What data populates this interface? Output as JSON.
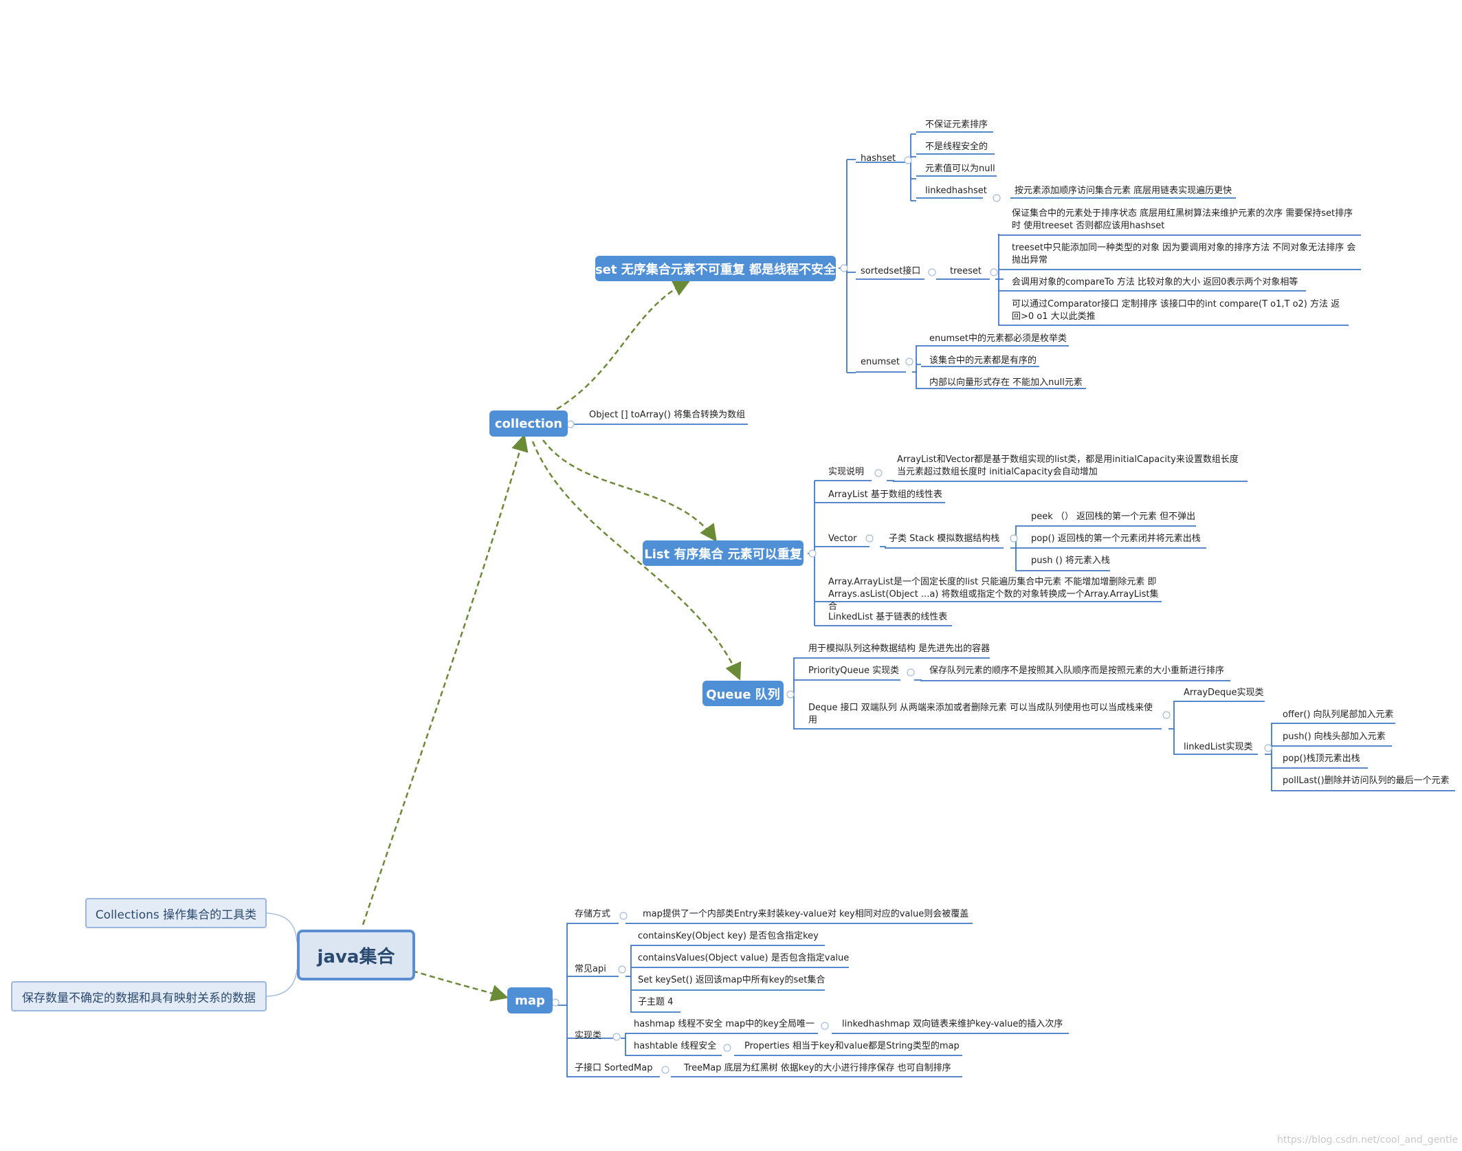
{
  "root": "java集合",
  "side_notes": [
    "Collections 操作集合的工具类",
    "保存数量不确定的数据和具有映射关系的数据"
  ],
  "collection": {
    "title": "collection",
    "toarray": "Object [] toArray() 将集合转换为数组"
  },
  "set": {
    "title": "set 无序集合元素不可重复 都是线程不安全",
    "hashset": {
      "label": "hashset",
      "items": [
        "不保证元素排序",
        "不是线程安全的",
        "元素值可以为null"
      ],
      "linked_label": "linkedhashset",
      "linked_desc": "按元素添加顺序访问集合元素 底层用链表实现遍历更快"
    },
    "sortedset": {
      "label": "sortedset接口",
      "treeset": "treeset",
      "items": [
        "保证集合中的元素处于排序状态  底层用红黑树算法来维护元素的次序 需要保持set排序时 使用treeset 否则都应该用hashset",
        "treeset中只能添加同一种类型的对象 因为要调用对象的排序方法 不同对象无法排序 会抛出异常",
        "会调用对象的compareTo 方法 比较对象的大小 返回0表示两个对象相等",
        "可以通过Comparator接口 定制排序  该接口中的int compare(T o1,T o2) 方法 返回>0 o1 大以此类推"
      ]
    },
    "enumset": {
      "label": "enumset",
      "items": [
        "enumset中的元素都必须是枚举类",
        "该集合中的元素都是有序的",
        "内部以向量形式存在 不能加入null元素"
      ]
    }
  },
  "list": {
    "title": "List 有序集合 元素可以重复",
    "impl_label": "实现说明",
    "impl_desc": "ArrayList和Vector都是基于数组实现的list类，都是用initialCapacity来设置数组长度 当元素超过数组长度时 initialCapacity会自动增加",
    "arraylist": "ArrayList  基于数组的线性表",
    "vector": {
      "label": "Vector",
      "stack": "子类 Stack 模拟数据结构栈",
      "items": [
        "peek （） 返回栈的第一个元素 但不弹出",
        "pop() 返回栈的第一个元素闭并将元素出栈",
        "push () 将元素入栈"
      ]
    },
    "arrays": "Array.ArrayList是一个固定长度的list 只能遍历集合中元素 不能增加增删除元素 即Arrays.asList(Object ...a) 将数组或指定个数的对象转换成一个Array.ArrayList集合",
    "linkedlist": "LinkedList 基于链表的线性表"
  },
  "queue": {
    "title": "Queue 队列",
    "desc": "用于模拟队列这种数据结构 是先进先出的容器",
    "priority": "PriorityQueue 实现类",
    "priority_desc": "保存队列元素的顺序不是按照其入队顺序而是按照元素的大小重新进行排序",
    "deque": "Deque 接口 双端队列 从两端来添加或者删除元素 可以当成队列使用也可以当成栈来使用",
    "arraydeque": "ArrayDeque实现类",
    "linkedlist": "linkedList实现类",
    "ll_items": [
      "offer() 向队列尾部加入元素",
      "push() 向栈头部加入元素",
      "pop()栈顶元素出栈",
      "pollLast()删除并访问队列的最后一个元素"
    ]
  },
  "map": {
    "title": "map",
    "storage_label": "存储方式",
    "storage_desc": "map提供了一个内部类Entry来封装key-value对  key相同对应的value则会被覆盖",
    "api_label": "常见api",
    "api_items": [
      "containsKey(Object key) 是否包含指定key",
      "containsValues(Object value) 是否包含指定value",
      "Set keySet() 返回该map中所有key的set集合",
      "子主题 4"
    ],
    "impl_label": "实现类",
    "hashmap": "hashmap 线程不安全 map中的key全局唯一",
    "linkedhashmap": "linkedhashmap 双向链表来维护key-value的插入次序",
    "hashtable": "hashtable 线程安全",
    "properties": "Properties  相当于key和value都是String类型的map",
    "sorted_label": "子接口 SortedMap",
    "treemap": "TreeMap 底层为红黑树 依据key的大小进行排序保存 也可自制排序"
  },
  "watermark": "https://blog.csdn.net/cool_and_gentle"
}
